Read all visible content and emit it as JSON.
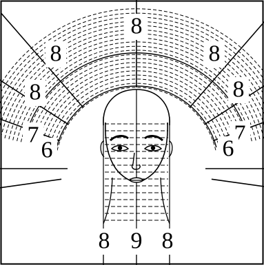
{
  "diagram": {
    "labels": [
      {
        "key": "top",
        "text": "8"
      },
      {
        "key": "upper-left",
        "text": "8"
      },
      {
        "key": "upper-right",
        "text": "8"
      },
      {
        "key": "mid-left",
        "text": "8"
      },
      {
        "key": "mid-right",
        "text": "8"
      },
      {
        "key": "left-7",
        "text": "7"
      },
      {
        "key": "right-7",
        "text": "7"
      },
      {
        "key": "left-6",
        "text": "6"
      },
      {
        "key": "right-6",
        "text": "6"
      },
      {
        "key": "bottom-left",
        "text": "8"
      },
      {
        "key": "bottom-center",
        "text": "9"
      },
      {
        "key": "bottom-right",
        "text": "8"
      }
    ]
  }
}
